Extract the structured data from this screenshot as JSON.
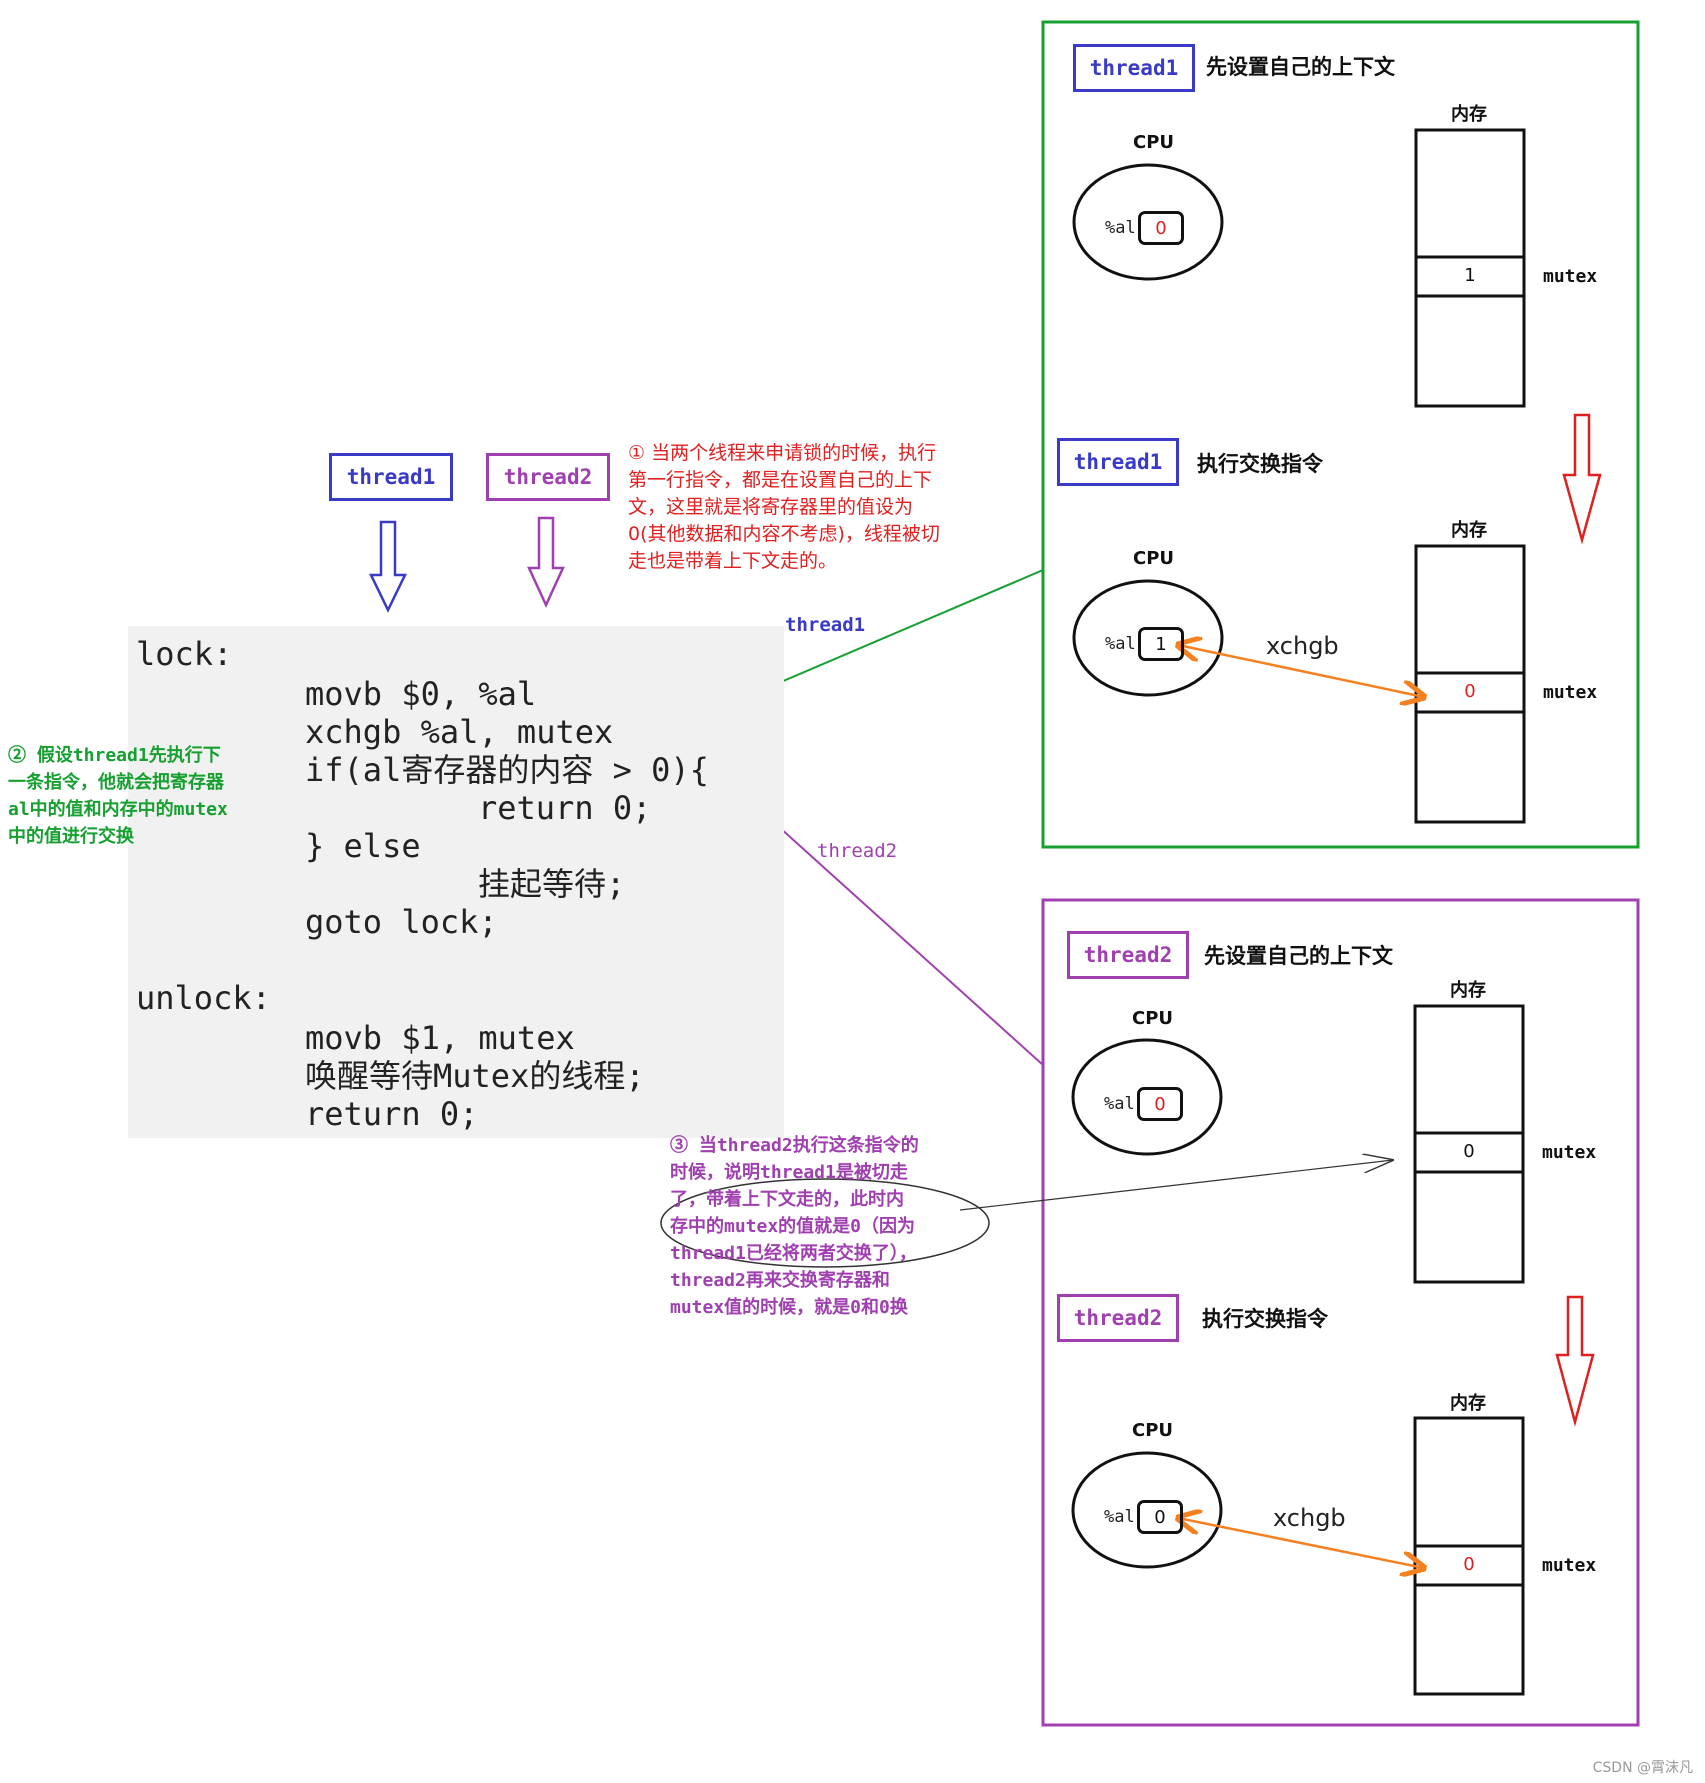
{
  "code": {
    "lines": [
      "lock:",
      "movb $0, %al",
      "xchgb %al, mutex",
      "if(al寄存器的内容 > 0){",
      "return 0;",
      "} else",
      "挂起等待;",
      "goto lock;",
      "unlock:",
      "movb $1, mutex",
      "唤醒等待Mutex的线程;",
      "return 0;"
    ]
  },
  "top_tags": {
    "thread1": "thread1",
    "thread2": "thread2"
  },
  "notes": {
    "note1": [
      "① 当两个线程来申请锁的时候，执行",
      "第一行指令，都是在设置自己的上下",
      "文，这里就是将寄存器里的值设为",
      "0(其他数据和内容不考虑)，线程被切",
      "走也是带着上下文走的。"
    ],
    "note2": [
      "② 假设thread1先执行下",
      "一条指令，他就会把寄存器",
      "al中的值和内存中的mutex",
      "中的值进行交换"
    ],
    "note3": [
      "③ 当thread2执行这条指令的",
      "时候，说明thread1是被切走",
      "了，带着上下文走的，此时内",
      "存中的mutex的值就是0（因为",
      "thread1已经将两者交换了），",
      "thread2再来交换寄存器和",
      "mutex值的时候，就是0和0换"
    ]
  },
  "line_labels": {
    "thread1": "thread1",
    "thread2": "thread2"
  },
  "panels": [
    {
      "name": "thread1",
      "steps": [
        {
          "tag": "thread1",
          "title": "先设置自己的上下文",
          "cpu": "CPU",
          "reg": "%al",
          "reg_value": "0",
          "mem": "内存",
          "mutex_label": "mutex",
          "mutex_value": "1"
        },
        {
          "tag": "thread1",
          "title": "执行交换指令",
          "cpu": "CPU",
          "reg": "%al",
          "reg_value": "1",
          "mem": "内存",
          "mutex_label": "mutex",
          "mutex_value": "0",
          "op": "xchgb"
        }
      ]
    },
    {
      "name": "thread2",
      "steps": [
        {
          "tag": "thread2",
          "title": "先设置自己的上下文",
          "cpu": "CPU",
          "reg": "%al",
          "reg_value": "0",
          "mem": "内存",
          "mutex_label": "mutex",
          "mutex_value": "0"
        },
        {
          "tag": "thread2",
          "title": "执行交换指令",
          "cpu": "CPU",
          "reg": "%al",
          "reg_value": "0",
          "mem": "内存",
          "mutex_label": "mutex",
          "mutex_value": "0",
          "op": "xchgb"
        }
      ]
    }
  ],
  "watermark": "CSDN @霄沫凡",
  "colors": {
    "blue": "#3a3ac8",
    "purple": "#a040b0",
    "green": "#16a030",
    "red": "#e02020",
    "orange": "#f58020"
  }
}
